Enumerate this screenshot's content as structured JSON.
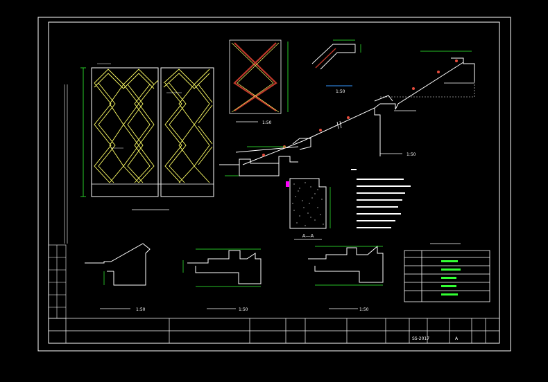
{
  "sheet": {
    "scale_a": "1:50",
    "scale_b": "1:50",
    "scale_c": "1:50",
    "scale_d": "1:50",
    "scale_e": "1:50",
    "scale_f": "1:50",
    "section_mark": "A—A",
    "page_no": "A"
  },
  "title_block": {
    "drawing_no": "SS-2017"
  },
  "colors": {
    "frame": "#ffffff",
    "beam": "#ffff66",
    "brace": "#c0392b",
    "dim": "#33ff33",
    "note": "#ffffff"
  },
  "icons": [
    "cut-marker-icon",
    "section-arrow-icon"
  ]
}
